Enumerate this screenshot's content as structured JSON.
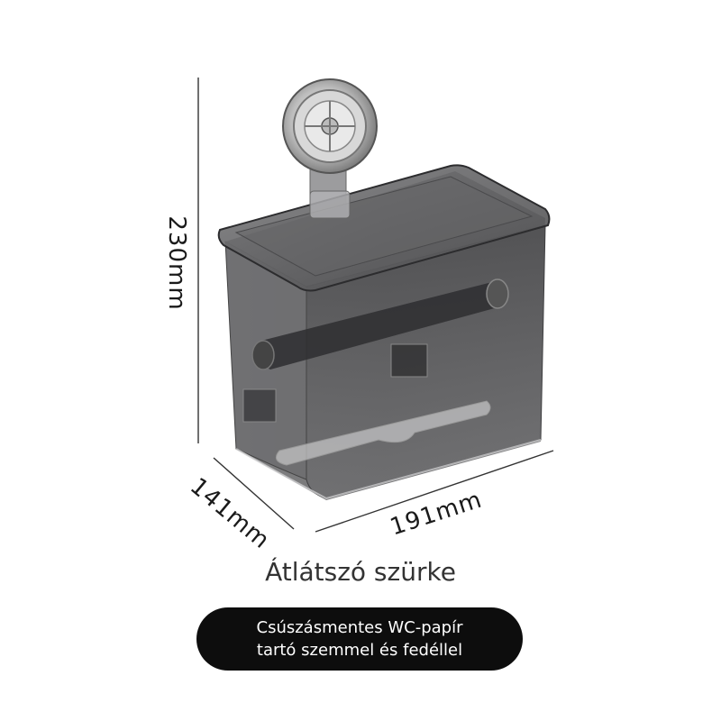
{
  "dimensions": {
    "height": "230mm",
    "depth": "141mm",
    "width": "191mm"
  },
  "color_name": "Átlátszó szürke",
  "product_caption": {
    "line1": "Csúszásmentes WC-papír",
    "line2": "tartó szemmel és fedéllel"
  },
  "colors": {
    "product_tint": "#5d5d5f",
    "caption_background": "#0d0d0d",
    "dimension_line": "#333333"
  }
}
